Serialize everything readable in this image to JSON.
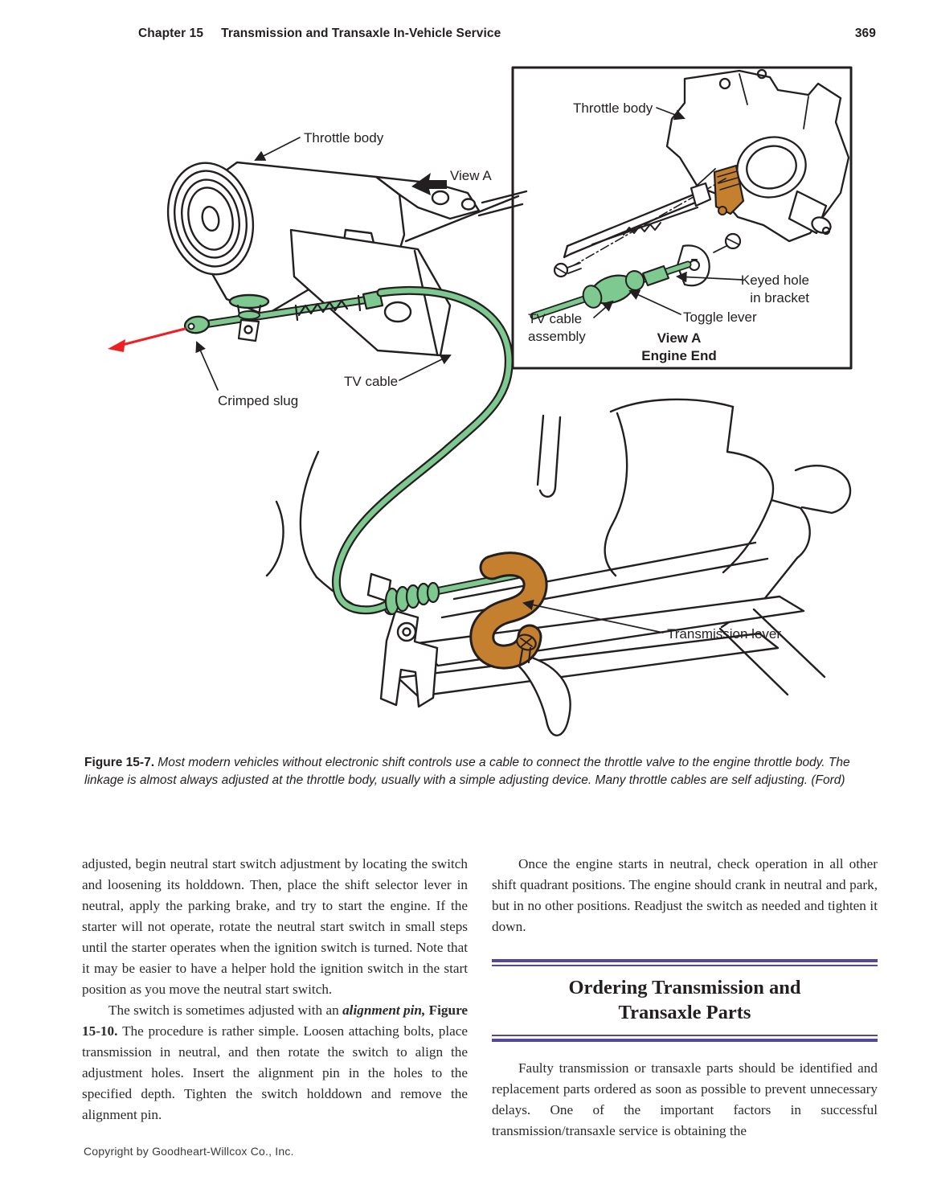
{
  "header": {
    "chapter": "Chapter 15",
    "title": "Transmission and Transaxle In-Vehicle Service",
    "page_number": "369"
  },
  "figure": {
    "main_labels": {
      "throttle_body": "Throttle body",
      "view_a": "View A",
      "tv_cable": "TV cable",
      "crimped_slug": "Crimped slug",
      "transmission_lever": "Transmission lever"
    },
    "inset_labels": {
      "throttle_body": "Throttle body",
      "keyed_hole_line1": "Keyed hole",
      "keyed_hole_line2": "in bracket",
      "tv_cable_line1": "TV cable",
      "tv_cable_line2": "assembly",
      "toggle_lever": "Toggle lever",
      "view_a": "View A",
      "engine_end": "Engine End"
    },
    "colors": {
      "cable_green": "#7dc98f",
      "lever_orange": "#c5802f",
      "arrow_red": "#ed2024",
      "ink": "#231f20",
      "accent_purple": "#54489c"
    },
    "caption": {
      "label": "Figure 15-7.",
      "text": " Most modern vehicles without electronic shift controls use a cable to connect the throttle valve to the engine throttle body. The linkage is almost always adjusted at the throttle body, usually with a simple adjusting device. Many throttle cables are self adjusting. (Ford)"
    }
  },
  "body": {
    "left_column": {
      "p1": "adjusted, begin neutral start switch adjustment by locating the switch and loosening its holddown. Then, place the shift selector lever in neutral, apply the parking brake, and try to start the engine. If the starter will not operate, rotate the neutral start switch in small steps until the starter operates when the ignition switch is turned. Note that it may be easier to have a helper hold the ignition switch in the start position as you move the neutral start switch.",
      "p2": {
        "s1": "The switch is sometimes adjusted with an ",
        "s2": "alignment pin, ",
        "s3": "Figure 15-10. ",
        "s4": "The procedure is rather simple. Loosen attaching bolts, place transmission in neutral, and then rotate the switch to align the adjustment holes. Insert the alignment pin in the holes to the specified depth. Tighten the switch holddown and remove the alignment pin."
      }
    },
    "right_column": {
      "p1": "Once the engine starts in neutral, check operation in all other shift quadrant positions. The engine should crank in neutral and park, but in no other positions. Readjust the switch as needed and tighten it down.",
      "section_heading": "Ordering Transmission and Transaxle Parts",
      "p2": "Faulty transmission or transaxle parts should be identified and replacement parts ordered as soon as possible to prevent unnecessary delays. One of the important factors in successful transmission/transaxle service is obtaining the"
    }
  },
  "footer": {
    "copyright": "Copyright by Goodheart-Willcox Co., Inc."
  }
}
